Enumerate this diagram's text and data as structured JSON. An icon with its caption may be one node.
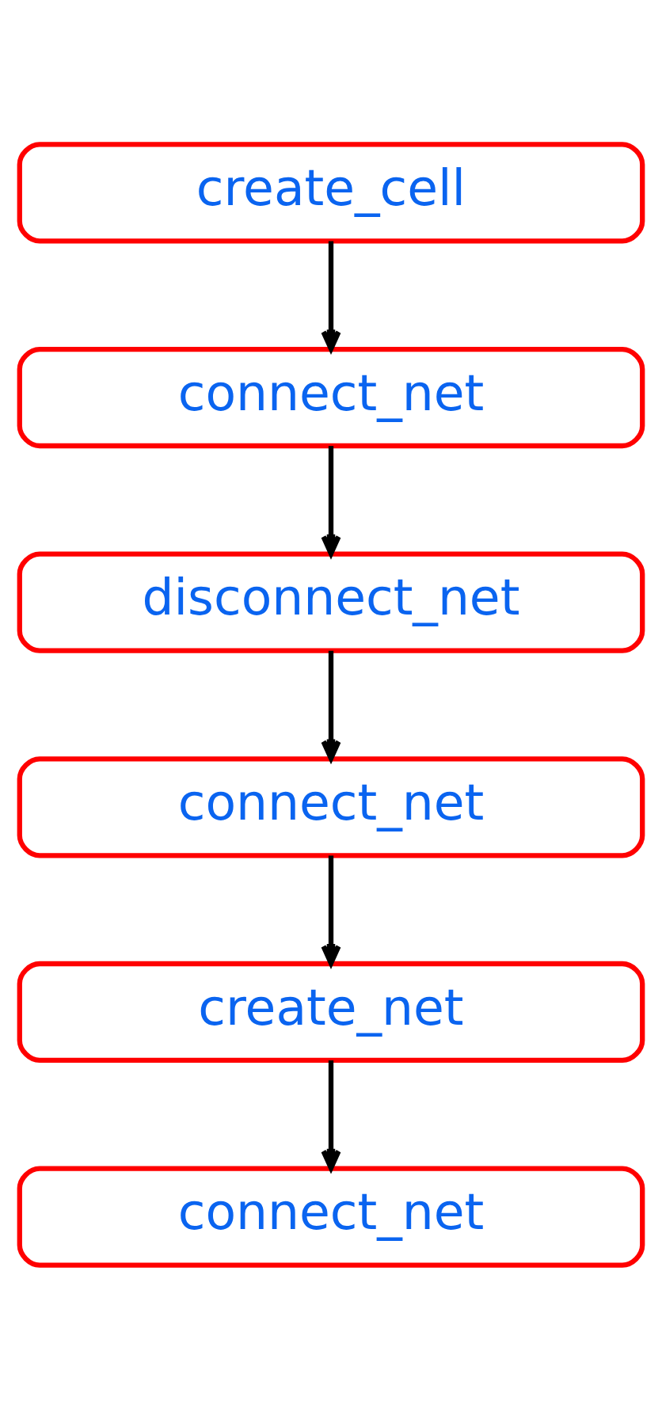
{
  "diagram": {
    "nodes": [
      {
        "text": [
          "create_cell"
        ]
      },
      {
        "text": [
          "connect_net"
        ]
      },
      {
        "text": [
          "disconnect_net"
        ]
      },
      {
        "text": [
          "connect_net"
        ]
      },
      {
        "text": [
          "create_net"
        ]
      },
      {
        "text": [
          "connect_net"
        ]
      }
    ],
    "edges": [
      {
        "from": 0,
        "to": 1,
        "arrow": "to"
      },
      {
        "from": 1,
        "to": 2,
        "arrow": "to"
      },
      {
        "from": 2,
        "to": 3,
        "arrow": "to"
      },
      {
        "from": 3,
        "to": 4,
        "arrow": "to"
      },
      {
        "from": 4,
        "to": 5,
        "arrow": "to"
      }
    ]
  }
}
